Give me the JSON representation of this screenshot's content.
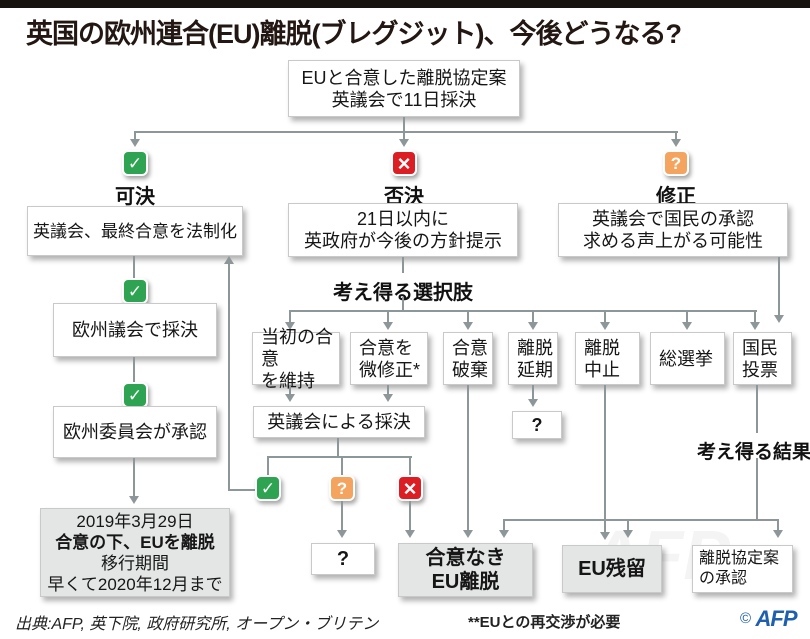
{
  "title": "英国の欧州連合(EU)離脱(ブレグジット)、今後どうなる?",
  "icons": {
    "check": "✓",
    "cross": "×",
    "question": "?"
  },
  "start": {
    "line1": "EUと合意した離脱協定案",
    "line2": "英議会で11日採決"
  },
  "branch_pass": {
    "label": "可決",
    "box": "英議会、最終合意を法制化"
  },
  "branch_reject": {
    "label": "否決",
    "box_line1": "21日以内に",
    "box_line2": "英政府が今後の方針提示"
  },
  "branch_amend": {
    "label": "修正",
    "box_line1": "英議会で国民の承認",
    "box_line2": "求める声上がる可能性"
  },
  "pass_chain": {
    "ep_vote": "欧州議会で採決",
    "ec_approve": "欧州委員会が承認",
    "final_line1": "2019年3月29日",
    "final_line2": "合意の下、EUを離脱",
    "final_line3": "移行期間",
    "final_line4": "早くて2020年12月まで"
  },
  "options_header": "考え得る選択肢",
  "options": {
    "keep": {
      "line1": "当初の合意",
      "line2": "を維持"
    },
    "tweak": {
      "line1": "合意を",
      "line2": "微修正*"
    },
    "scrap": {
      "line1": "合意",
      "line2": "破棄"
    },
    "delay": {
      "line1": "離脱",
      "line2": "延期"
    },
    "cancel": {
      "line1": "離脱",
      "line2": "中止"
    },
    "election": {
      "label": "総選挙"
    },
    "referendum": {
      "line1": "国民",
      "line2": "投票"
    }
  },
  "parliament_vote": "英議会による採決",
  "question_mark": "?",
  "outcomes_header": "考え得る結果",
  "outcomes": {
    "no_deal": {
      "line1": "合意なき",
      "line2": "EU離脱"
    },
    "remain": "EU残留",
    "approval": {
      "line1": "離脱協定案",
      "line2": "の承認"
    }
  },
  "footer": {
    "source": "出典:AFP, 英下院, 政府研究所, オープン・ブリテン",
    "footnote": "**EUとの再交渉が必要",
    "credit_mark": "©",
    "credit_name": "AFP"
  },
  "watermark": "AFP",
  "colors": {
    "green": "#2ea452",
    "red": "#dd1d24",
    "orange": "#f4a45f",
    "line": "#8d979a",
    "box_gray": "#e4e6e5"
  }
}
